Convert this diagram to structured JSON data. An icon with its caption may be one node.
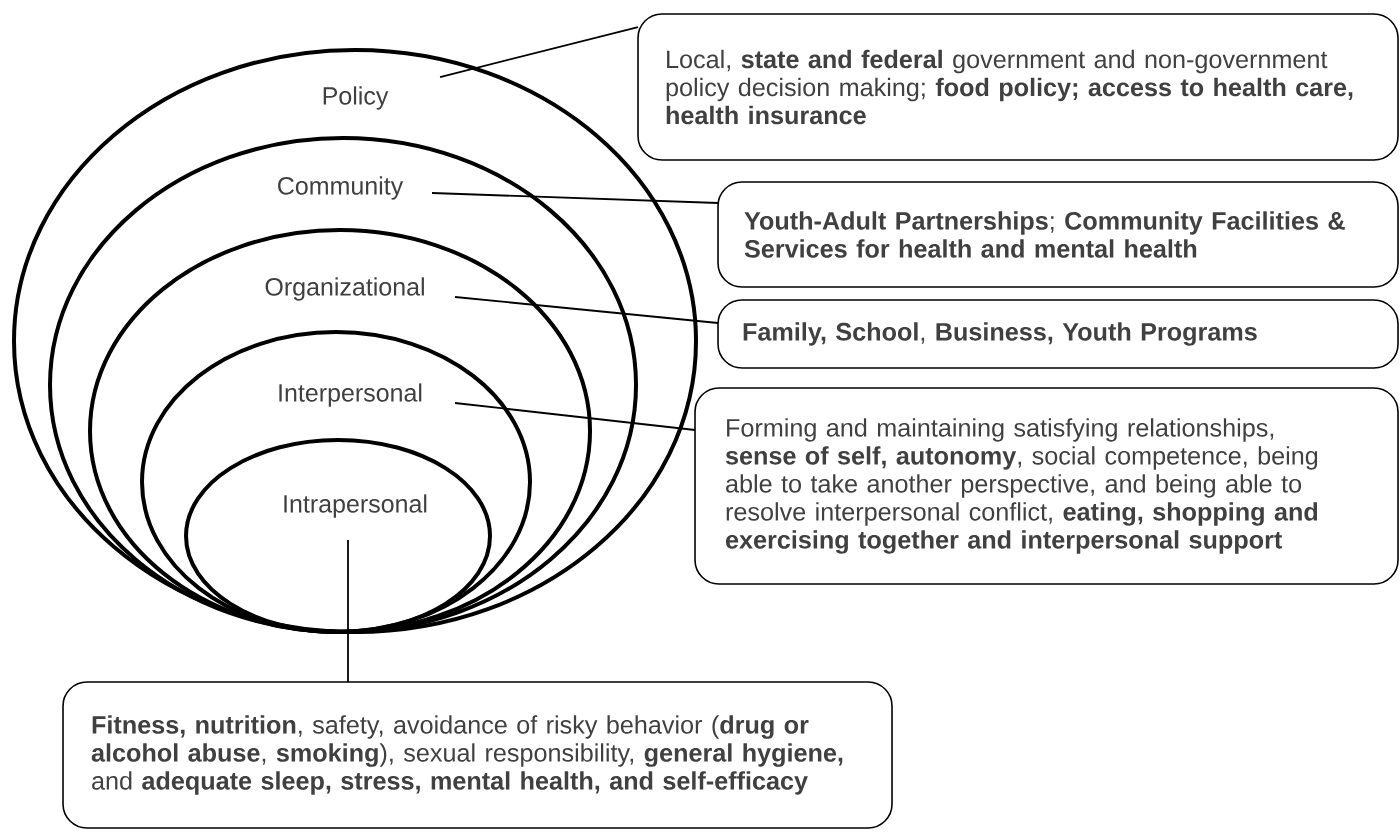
{
  "diagram": {
    "nodes": [
      {
        "text": [
          "Policy"
        ]
      },
      {
        "text": [
          "Community"
        ],
        "in": 0
      },
      {
        "text": [
          "Organizational"
        ],
        "in": 1
      },
      {
        "text": [
          "Interpersonal"
        ],
        "in": 2
      },
      {
        "text": [
          "Intrapersonal"
        ],
        "in": 3
      },
      {
        "text": [
          "Local, **state and federal** government and non-government policy decision making; **food policy; access to health care, health insurance**"
        ]
      },
      {
        "text": [
          "**Youth-Adult Partnerships**; **Community Facilities & Services for health and mental health**"
        ]
      },
      {
        "text": [
          "**Family, School**, **Business, Youth Programs**"
        ]
      },
      {
        "text": [
          "Forming and maintaining satisfying relationships, **sense of self, autonomy**, social competence, being able to take another perspective, and being able to resolve interpersonal conflict, **eating, shopping and exercising together and interpersonal support**"
        ]
      },
      {
        "text": [
          "**Fitness, nutrition**, safety, avoidance of risky behavior (**drug or alcohol abuse**, **smoking**), sexual responsibility, **general hygiene,** and **adequate sleep, stress, mental health, and self-efficacy**"
        ]
      }
    ],
    "edges": [
      {
        "from": 0,
        "to": 5,
        "arrow": "none"
      },
      {
        "from": 1,
        "to": 6,
        "arrow": "none"
      },
      {
        "from": 2,
        "to": 7,
        "arrow": "none"
      },
      {
        "from": 3,
        "to": 8,
        "arrow": "none"
      },
      {
        "from": 4,
        "to": 9,
        "arrow": "none"
      }
    ]
  }
}
